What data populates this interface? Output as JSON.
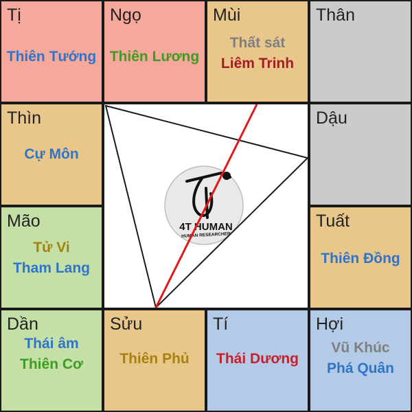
{
  "palette": {
    "pink": "#f5a89b",
    "tan": "#e9c78b",
    "gray": "#cbcbcb",
    "green": "#c5e0a6",
    "blue": "#b3cbe7",
    "grid": "#1a1a1a",
    "red_line": "#e0191b"
  },
  "star_colors": {
    "blue": "#2f74c8",
    "green": "#3f9b21",
    "gray": "#7f7f7f",
    "darkred": "#a01e22",
    "olive": "#a4820f",
    "red": "#c8202b"
  },
  "palaces": [
    {
      "id": "ti_snake",
      "branch": "Tị",
      "stars": [
        {
          "text": "Thiên Tướng",
          "color": "blue"
        }
      ]
    },
    {
      "id": "ngo",
      "branch": "Ngọ",
      "stars": [
        {
          "text": "Thiên Lương",
          "color": "green"
        }
      ]
    },
    {
      "id": "mui",
      "branch": "Mùi",
      "stars": [
        {
          "text": "Thất sát",
          "color": "gray"
        },
        {
          "text": "Liêm Trinh",
          "color": "darkred"
        }
      ]
    },
    {
      "id": "than",
      "branch": "Thân",
      "stars": []
    },
    {
      "id": "thin",
      "branch": "Thìn",
      "stars": [
        {
          "text": "Cự Môn",
          "color": "blue"
        }
      ]
    },
    {
      "id": "dau",
      "branch": "Dậu",
      "stars": []
    },
    {
      "id": "mao",
      "branch": "Mão",
      "stars": [
        {
          "text": "Tử Vi",
          "color": "olive"
        },
        {
          "text": "Tham Lang",
          "color": "blue"
        }
      ]
    },
    {
      "id": "tuat",
      "branch": "Tuất",
      "stars": [
        {
          "text": "Thiên Đồng",
          "color": "blue"
        }
      ]
    },
    {
      "id": "dan",
      "branch": "Dần",
      "stars": [
        {
          "text": "Thái âm",
          "color": "blue"
        },
        {
          "text": "Thiên Cơ",
          "color": "green"
        }
      ]
    },
    {
      "id": "suu",
      "branch": "Sửu",
      "stars": [
        {
          "text": "Thiên Phủ",
          "color": "olive"
        }
      ]
    },
    {
      "id": "ti_rat",
      "branch": "Tí",
      "stars": [
        {
          "text": "Thái Dương",
          "color": "red"
        }
      ]
    },
    {
      "id": "hoi",
      "branch": "Hợi",
      "stars": [
        {
          "text": "Vũ Khúc",
          "color": "gray"
        },
        {
          "text": "Phá Quân",
          "color": "blue"
        }
      ]
    }
  ],
  "logo": {
    "title": "4T HUMAN",
    "subtitle": "HUMAN RESEARCHER"
  }
}
